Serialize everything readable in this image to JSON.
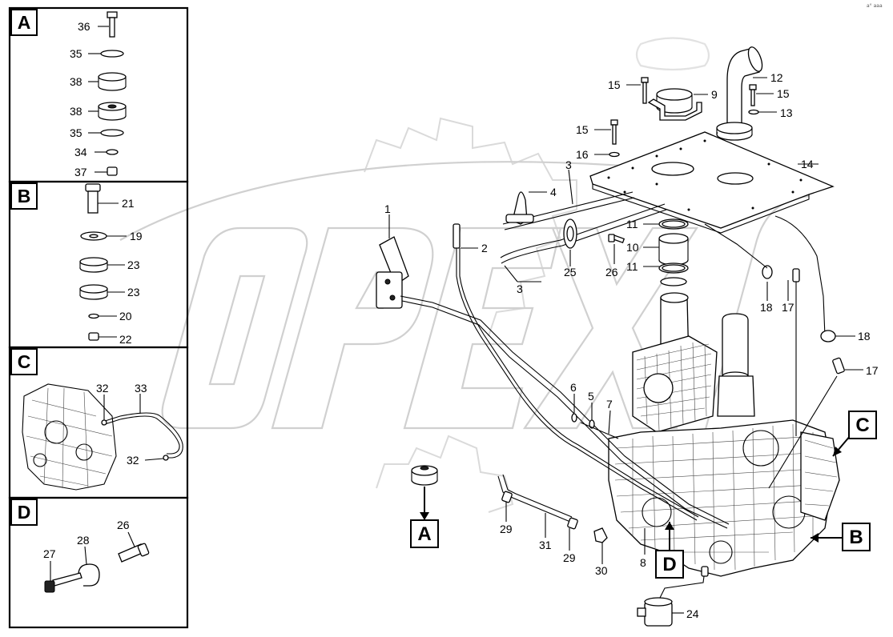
{
  "corner_text": "a° aaa",
  "panels": {
    "A": {
      "letter": "A",
      "labels": [
        "36",
        "35",
        "38",
        "38",
        "35",
        "34",
        "37"
      ]
    },
    "B": {
      "letter": "B",
      "labels": [
        "21",
        "19",
        "23",
        "23",
        "20",
        "22"
      ]
    },
    "C": {
      "letter": "C",
      "labels": [
        "32",
        "33",
        "32"
      ]
    },
    "D": {
      "letter": "D",
      "labels": [
        "26",
        "27",
        "28"
      ]
    }
  },
  "callouts": [
    "A",
    "D",
    "B",
    "C"
  ],
  "main_labels": [
    "15",
    "12",
    "15",
    "13",
    "9",
    "15",
    "16",
    "3",
    "14",
    "4",
    "1",
    "11",
    "10",
    "11",
    "2",
    "25",
    "26",
    "3",
    "18",
    "17",
    "18",
    "17",
    "6",
    "5",
    "7",
    "29",
    "31",
    "29",
    "30",
    "8",
    "24"
  ]
}
